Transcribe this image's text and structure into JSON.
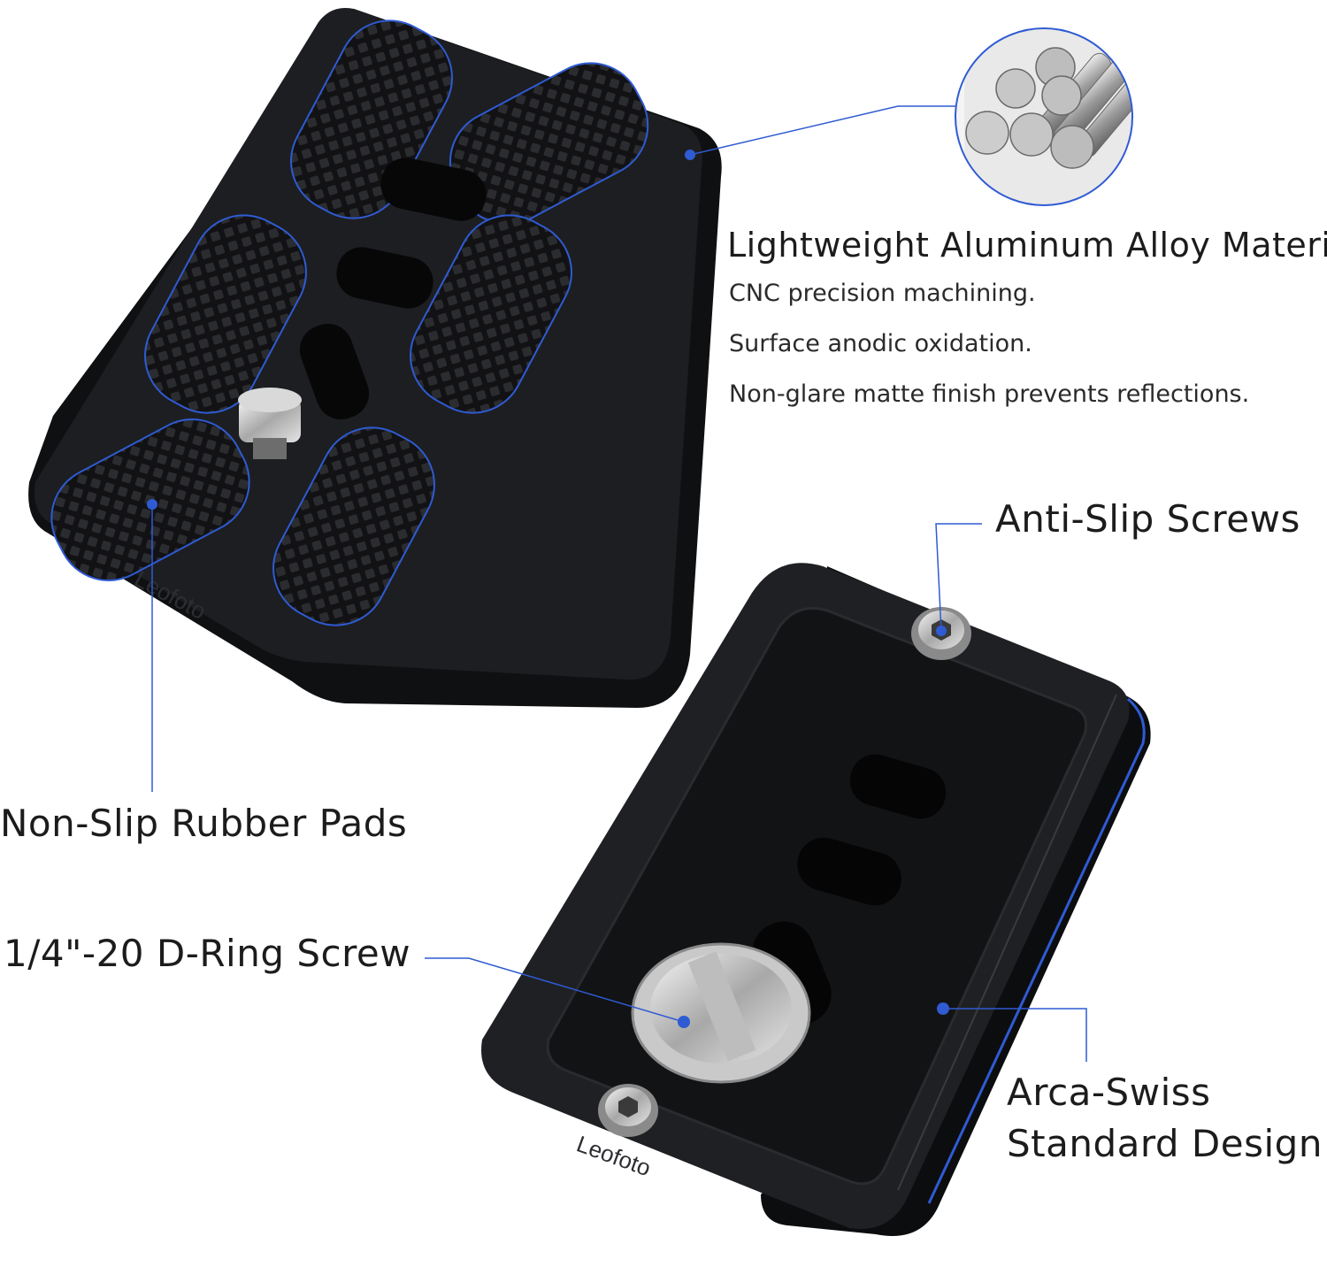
{
  "colors": {
    "accent": "#2f5bd3",
    "plate": "#1c1d20",
    "plate_edge": "#2c2d31",
    "pad": "#111113"
  },
  "callouts": {
    "material": {
      "title": "Lightweight Aluminum Alloy Material.",
      "lines": [
        "CNC precision machining.",
        "Surface anodic oxidation.",
        "Non-glare matte finish prevents reflections."
      ]
    },
    "anti_slip": "Anti-Slip Screws",
    "rubber_pads": "Non-Slip Rubber Pads",
    "d_ring": "1/4\"-20 D-Ring Screw",
    "arca": {
      "line1": "Arca-Swiss",
      "line2": "Standard Design"
    }
  },
  "icons": {
    "inset": "aluminum-rods-icon"
  }
}
